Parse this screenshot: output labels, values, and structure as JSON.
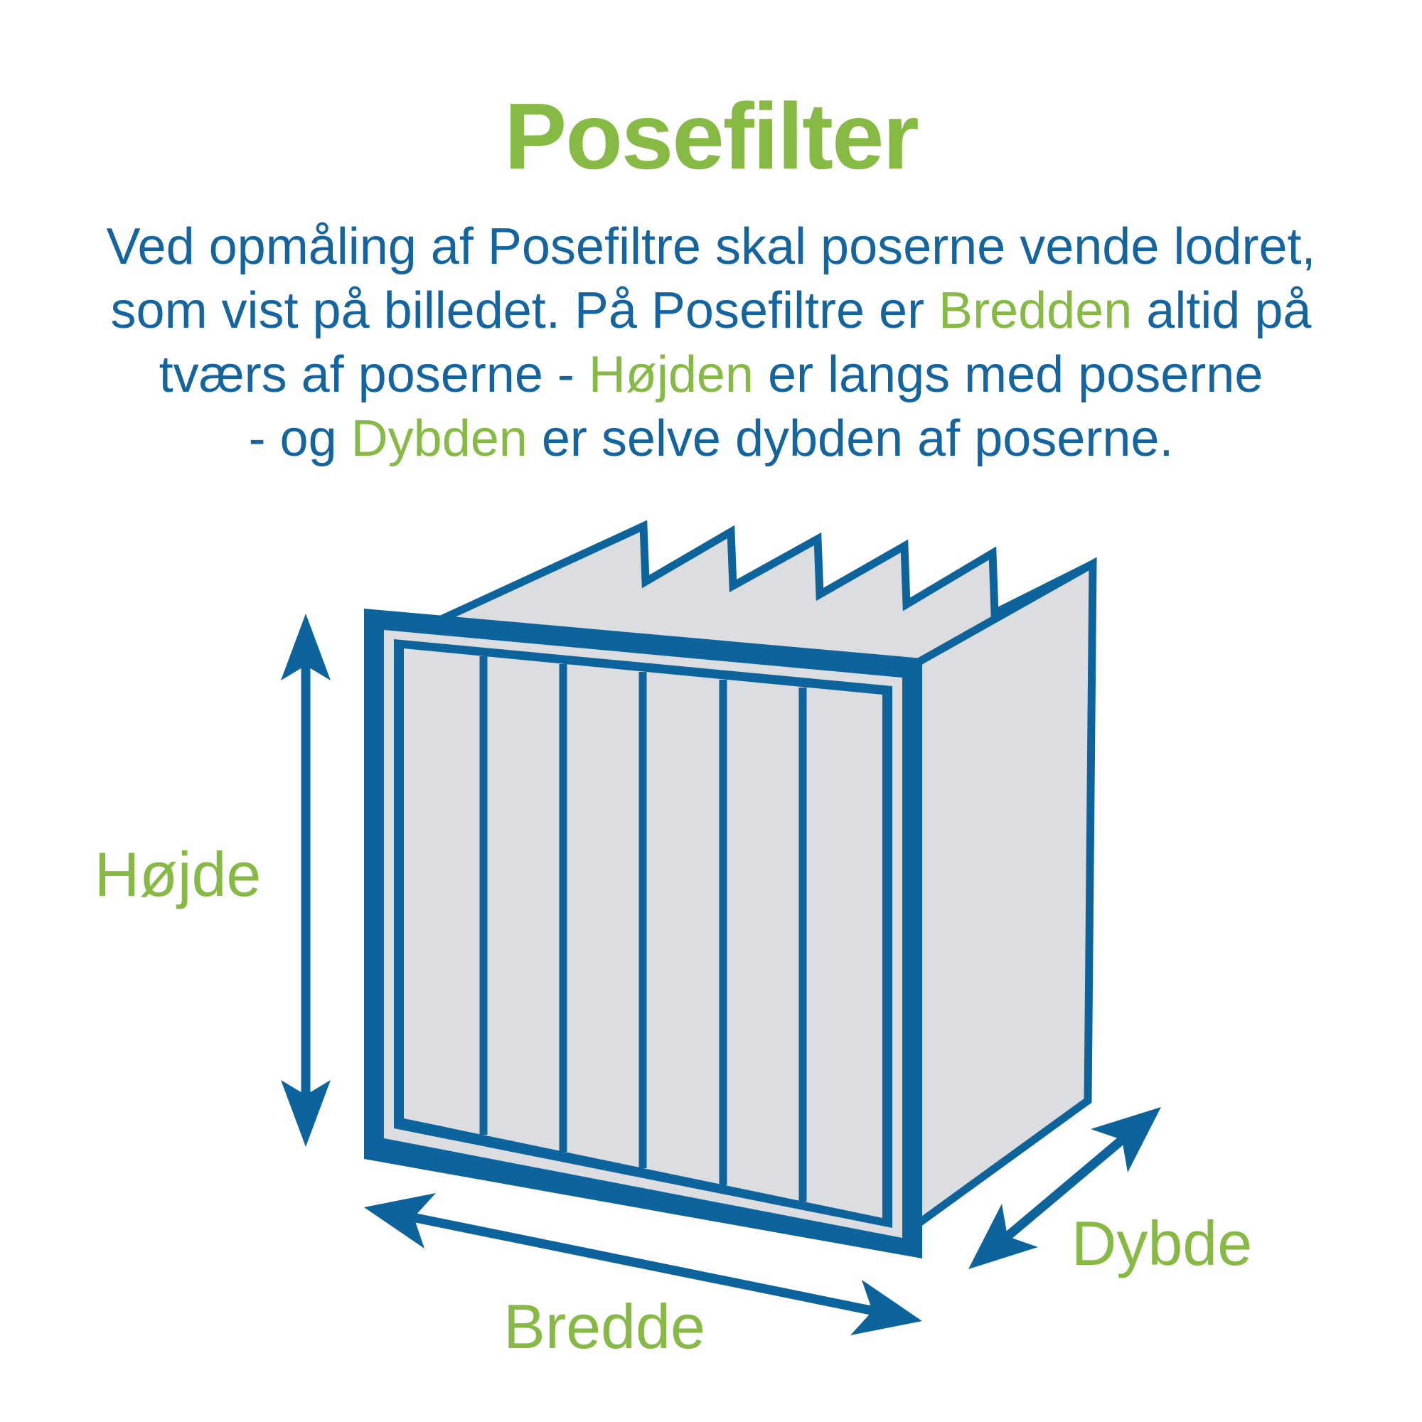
{
  "header": {
    "title": "Posefilter"
  },
  "intro": {
    "lines": [
      {
        "pre": "Ved opmåling af Posefiltre skal poserne vende lodret,",
        "highlight": "",
        "post": ""
      },
      {
        "pre": "som vist på billedet. På Posefiltre er ",
        "highlight": "Bredden",
        "post": " altid på"
      },
      {
        "pre": "tværs af poserne - ",
        "highlight": "Højden",
        "post": " er langs med poserne"
      },
      {
        "pre": "- og ",
        "highlight": "Dybden",
        "post": " er selve dybden af poserne."
      }
    ]
  },
  "diagram": {
    "labels": {
      "height": "Højde",
      "width": "Bredde",
      "depth": "Dybde"
    },
    "front_pockets": 6,
    "bag_tops": 6
  },
  "colors": {
    "green": "#86ba45",
    "blue": "#0d649c",
    "text_blue": "#1464a0",
    "gray": "#dcdde0",
    "background": "#ffffff"
  }
}
